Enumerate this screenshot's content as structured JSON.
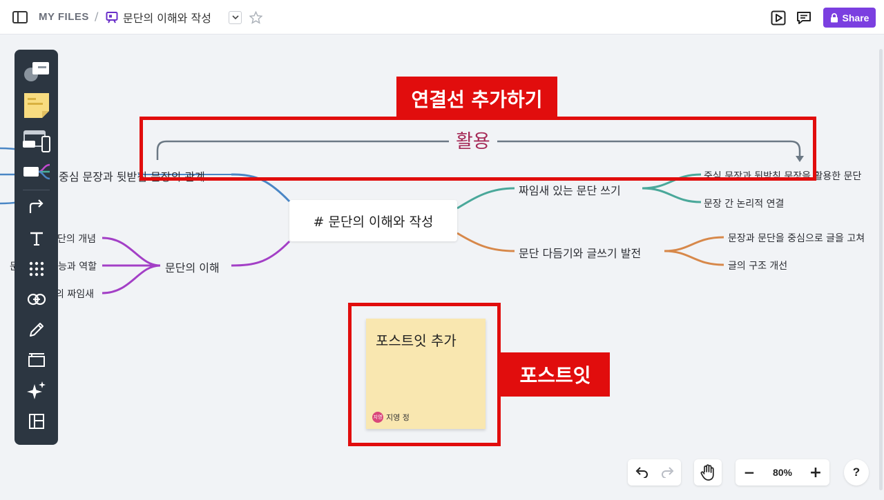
{
  "header": {
    "breadcrumb_root": "MY FILES",
    "breadcrumb_sep": "/",
    "doc_title": "문단의 이해와 작성",
    "share_label": "Share"
  },
  "mindmap": {
    "root": "# 문단의 이해와 작성",
    "left_top": "중심 문장과 뒷받침 문장의 관계",
    "left_mid": "문단의 이해",
    "left_mid_children": [
      "단의 개념",
      "능과 역할",
      "의 짜임새"
    ],
    "left_mid_prefix": "문",
    "right_top": "짜임새 있는 문단 쓰기",
    "right_top_children": [
      "중심 문장과 뒷받침 문장을 활용한 문단",
      "문장 간 논리적 연결"
    ],
    "right_bottom": "문단 다듬기와 글쓰기 발전",
    "right_bottom_children": [
      "문장과 문단을 중심으로 글을 고쳐",
      "글의 구조 개선"
    ]
  },
  "connector": {
    "label": "활용"
  },
  "annotations": {
    "connector_callout": "연결선 추가하기",
    "postit_callout": "포스트잇"
  },
  "postit": {
    "text": "포스트잇 추가",
    "author": "지영 정",
    "avatar_initials": "지영",
    "color": "#f9e7b0"
  },
  "controls": {
    "zoom": "80%",
    "help": "?",
    "zoom_out": "−",
    "zoom_in": "+"
  },
  "colors": {
    "accent": "#7b3fe0",
    "callout_red": "#e10d0d",
    "branch_blue": "#4a86c5",
    "branch_purple": "#a33fc6",
    "branch_teal": "#4aa89a",
    "branch_orange": "#d7884a"
  }
}
